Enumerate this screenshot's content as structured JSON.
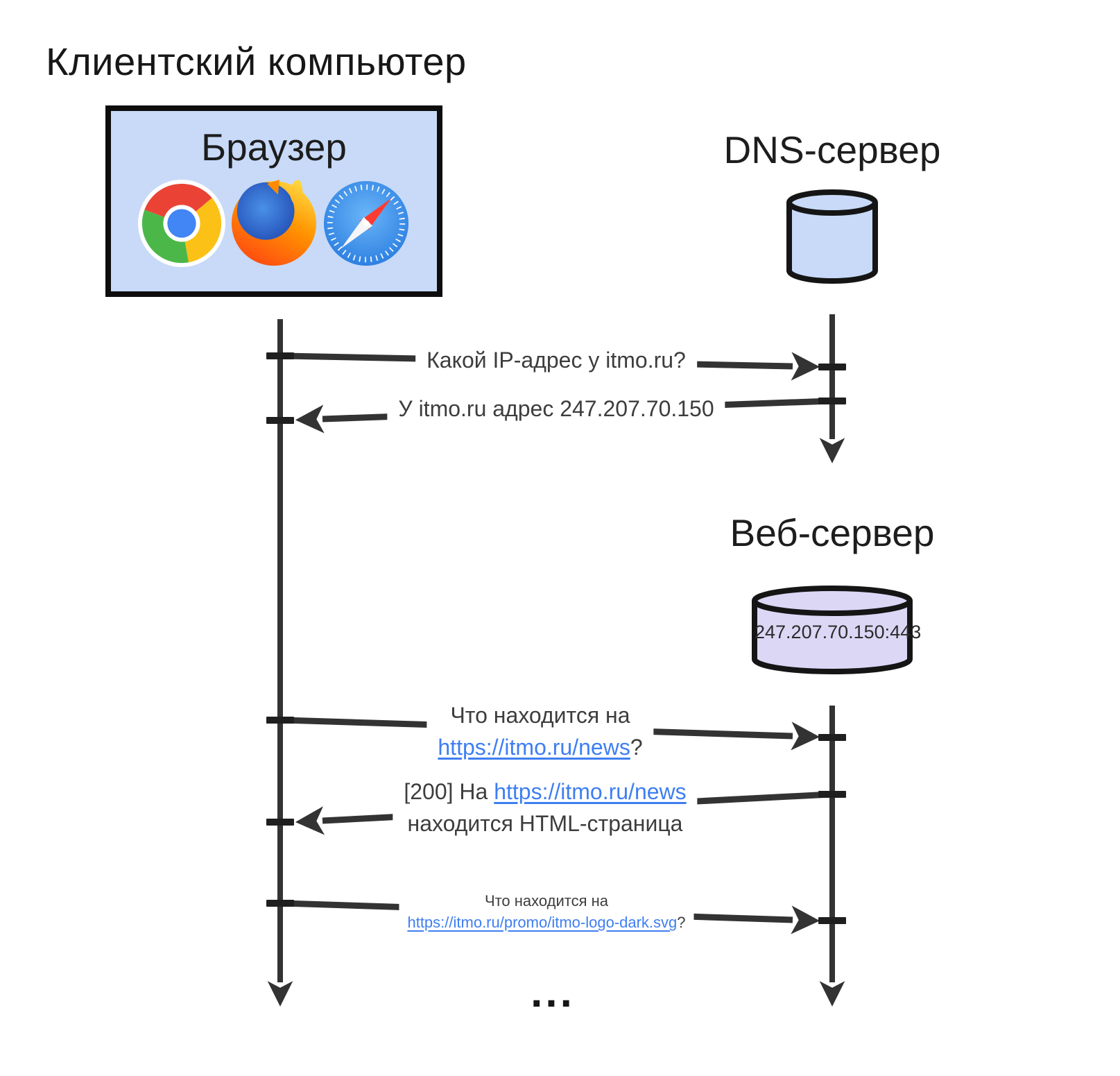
{
  "title": "Клиентский компьютер",
  "client": {
    "label": "Браузер",
    "icons": [
      "chrome-icon",
      "firefox-icon",
      "safari-icon"
    ]
  },
  "dns_server": {
    "label": "DNS-сервер"
  },
  "web_server": {
    "label": "Веб-сервер",
    "address": "247.207.70.150:443"
  },
  "messages": [
    {
      "from": "browser",
      "to": "dns",
      "text": "Какой IP-адрес у itmo.ru?"
    },
    {
      "from": "dns",
      "to": "browser",
      "text": "У itmo.ru адрес 247.207.70.150"
    },
    {
      "from": "browser",
      "to": "web",
      "line1": "Что находится на",
      "link_text": "https://itmo.ru/news",
      "suffix": "?"
    },
    {
      "from": "web",
      "to": "browser",
      "prefix": "[200] На ",
      "link_text": "https://itmo.ru/news",
      "line2": "находится HTML-страница"
    },
    {
      "from": "browser",
      "to": "web",
      "line1": "Что находится на",
      "link_text": "https://itmo.ru/promo/itmo-logo-dark.svg",
      "suffix": "?"
    }
  ],
  "ellipsis": "...",
  "colors": {
    "box-fill": "#c8daf8",
    "dns-fill": "#c8daf8",
    "web-fill": "#ddd7f6",
    "line": "#333333",
    "link": "#3e7ef2",
    "text": "#3d3d3d"
  }
}
